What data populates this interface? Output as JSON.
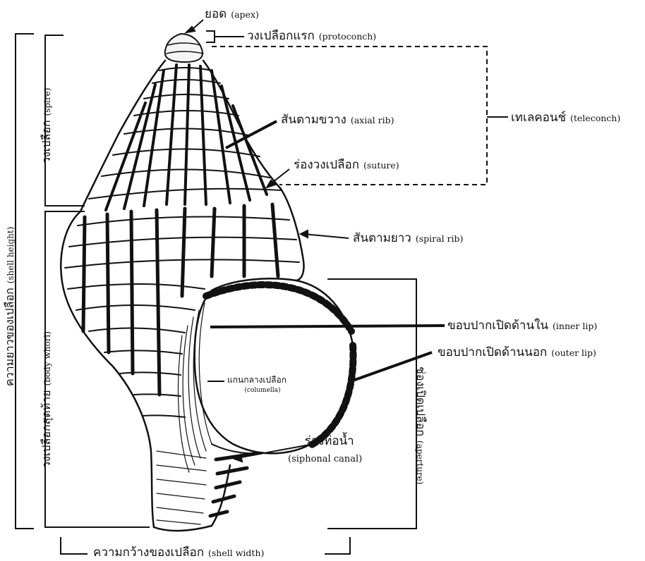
{
  "labels": {
    "apex": {
      "th": "ยอด",
      "en": "(apex)"
    },
    "protoconch": {
      "th": "วงเปลือกแรก",
      "en": "(protoconch)"
    },
    "axial_rib": {
      "th": "สันตามขวาง",
      "en": "(axial rib)"
    },
    "teleconch": {
      "th": "เทเลคอนช์",
      "en": "(teleconch)"
    },
    "suture": {
      "th": "ร่องวงเปลือก",
      "en": "(suture)"
    },
    "spiral_rib": {
      "th": "สันตามยาว",
      "en": "(spiral rib)"
    },
    "inner_lip": {
      "th": "ขอบปากเปิดด้านใน",
      "en": "(inner lip)"
    },
    "outer_lip": {
      "th": "ขอบปากเปิดด้านนอก",
      "en": "(outer lip)"
    },
    "columella": {
      "th": "แกนกลางเปลือก",
      "en": "(columella)"
    },
    "siphonal_canal": {
      "th": "ร่องท่อน้ำ",
      "en": "(siphonal canal)"
    },
    "shell_width": {
      "th": "ความกว้างของเปลือก",
      "en": "(shell width)"
    },
    "spire": {
      "th": "วงเปลือก",
      "en": "(spire)"
    },
    "body_whorl": {
      "th": "วงเปลือกสุดท้าย",
      "en": "(body whorl)"
    },
    "shell_height": {
      "th": "ความยาวของเปลือก",
      "en": "(shell height)"
    },
    "aperture": {
      "th": "ช่องเปิดเปลือก",
      "en": "(aperture)"
    }
  },
  "colors": {
    "ink": "#111111",
    "shell_light": "#f4f4f4",
    "background": "#ffffff"
  }
}
